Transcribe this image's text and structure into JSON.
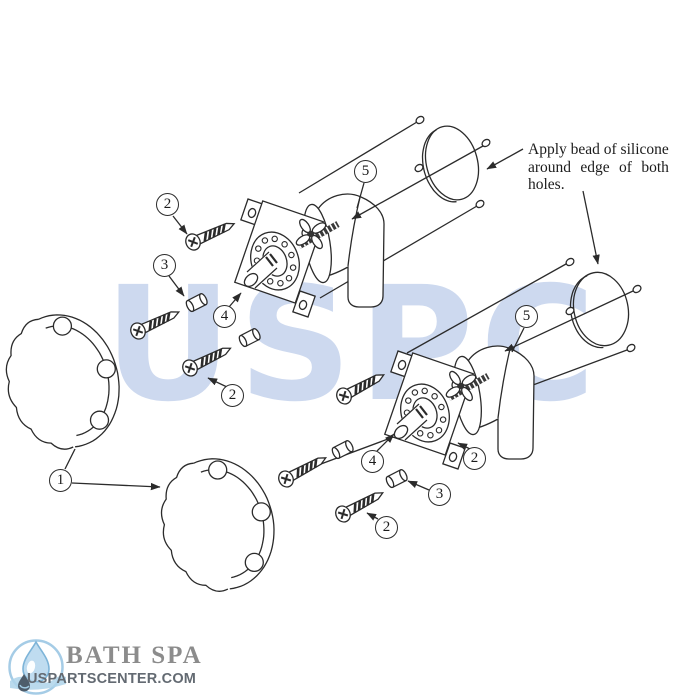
{
  "watermark": {
    "text": "USPC",
    "color": "#cdd9ef"
  },
  "annotation": {
    "text": "Apply bead of silicone around edge of both holes.",
    "lines": [
      "Apply bead of silicone",
      "around edge of both",
      "holes."
    ]
  },
  "callouts": [
    {
      "id": "1",
      "label": "1"
    },
    {
      "id": "2a",
      "label": "2"
    },
    {
      "id": "3a",
      "label": "3"
    },
    {
      "id": "4a",
      "label": "4"
    },
    {
      "id": "2b",
      "label": "2"
    },
    {
      "id": "5a",
      "label": "5"
    },
    {
      "id": "5b",
      "label": "5"
    },
    {
      "id": "4b",
      "label": "4"
    },
    {
      "id": "2c",
      "label": "2"
    },
    {
      "id": "3b",
      "label": "3"
    },
    {
      "id": "2d",
      "label": "2"
    }
  ],
  "logo": {
    "brand": "BATH SPA",
    "site": "USPARTSCENTER.COM"
  },
  "colors": {
    "line": "#2b2b2b",
    "watermark_blue": "#cdd9ef",
    "logo_circle_blue": "#a5cce6",
    "logo_drop_blue": "#bfdcf0",
    "brand_gray": "#8c8c8c",
    "site_gray": "#636a72",
    "background": "#ffffff"
  }
}
